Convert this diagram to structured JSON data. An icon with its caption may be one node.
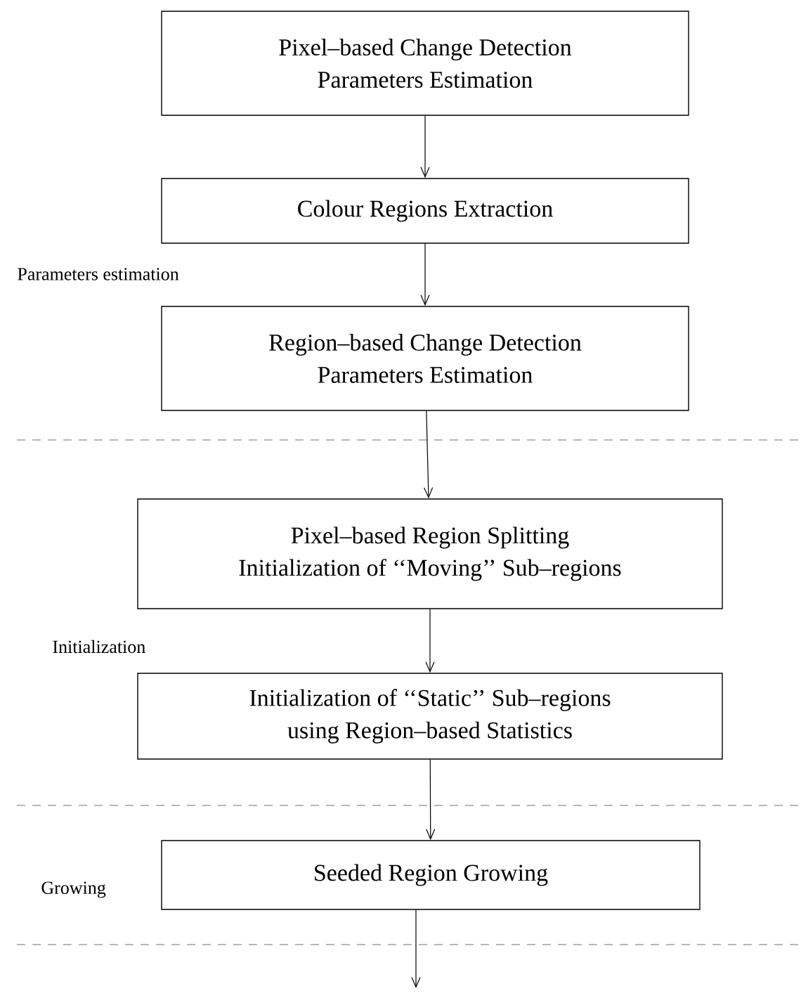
{
  "diagram": {
    "nodes": [
      {
        "text": [
          "Pixel–based Change Detection",
          "Parameters Estimation"
        ]
      },
      {
        "text": [
          "Colour Regions Extraction"
        ]
      },
      {
        "text": [
          "Region–based Change Detection",
          "Parameters Estimation"
        ]
      },
      {
        "text": [
          "Pixel–based Region Splitting",
          "Initialization of ‘‘Moving’’ Sub–regions"
        ]
      },
      {
        "text": [
          "Initialization of  ‘‘Static’’ Sub–regions",
          "using Region–based Statistics"
        ]
      },
      {
        "text": [
          "Seeded Region Growing"
        ]
      }
    ],
    "edges": [
      {
        "from": 0,
        "to": 1,
        "arrow": "to"
      },
      {
        "from": 1,
        "to": 2,
        "arrow": "to"
      },
      {
        "from": 2,
        "to": 3,
        "arrow": "to"
      },
      {
        "from": 3,
        "to": 4,
        "arrow": "to"
      },
      {
        "from": 4,
        "to": 5,
        "arrow": "to"
      },
      {
        "from": 5,
        "to": null,
        "arrow": "to"
      }
    ],
    "labels": [
      "Parameters estimation",
      "Initialization",
      "Growing"
    ]
  }
}
